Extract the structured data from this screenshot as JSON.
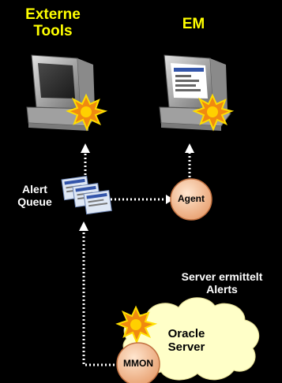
{
  "labels": {
    "externe_tools": "Externe\nTools",
    "em": "EM",
    "alert_queue": "Alert\nQueue",
    "agent": "Agent",
    "server_ermittelt": "Server ermittelt\nAlerts",
    "oracle_server": "Oracle\nServer",
    "mmon": "MMON"
  },
  "colors": {
    "background": "#000000",
    "title_text": "#ffff00",
    "body_text": "#ffffff",
    "node_fill": "#f5c09a",
    "cloud_fill": "#ffffc8",
    "monitor_fill": "#a9a9a9",
    "starburst": "#f08a10",
    "connector": "#ffffff"
  },
  "icons": [
    "computer-monitor-icon",
    "starburst-icon",
    "document-stack-icon",
    "cloud-icon"
  ]
}
